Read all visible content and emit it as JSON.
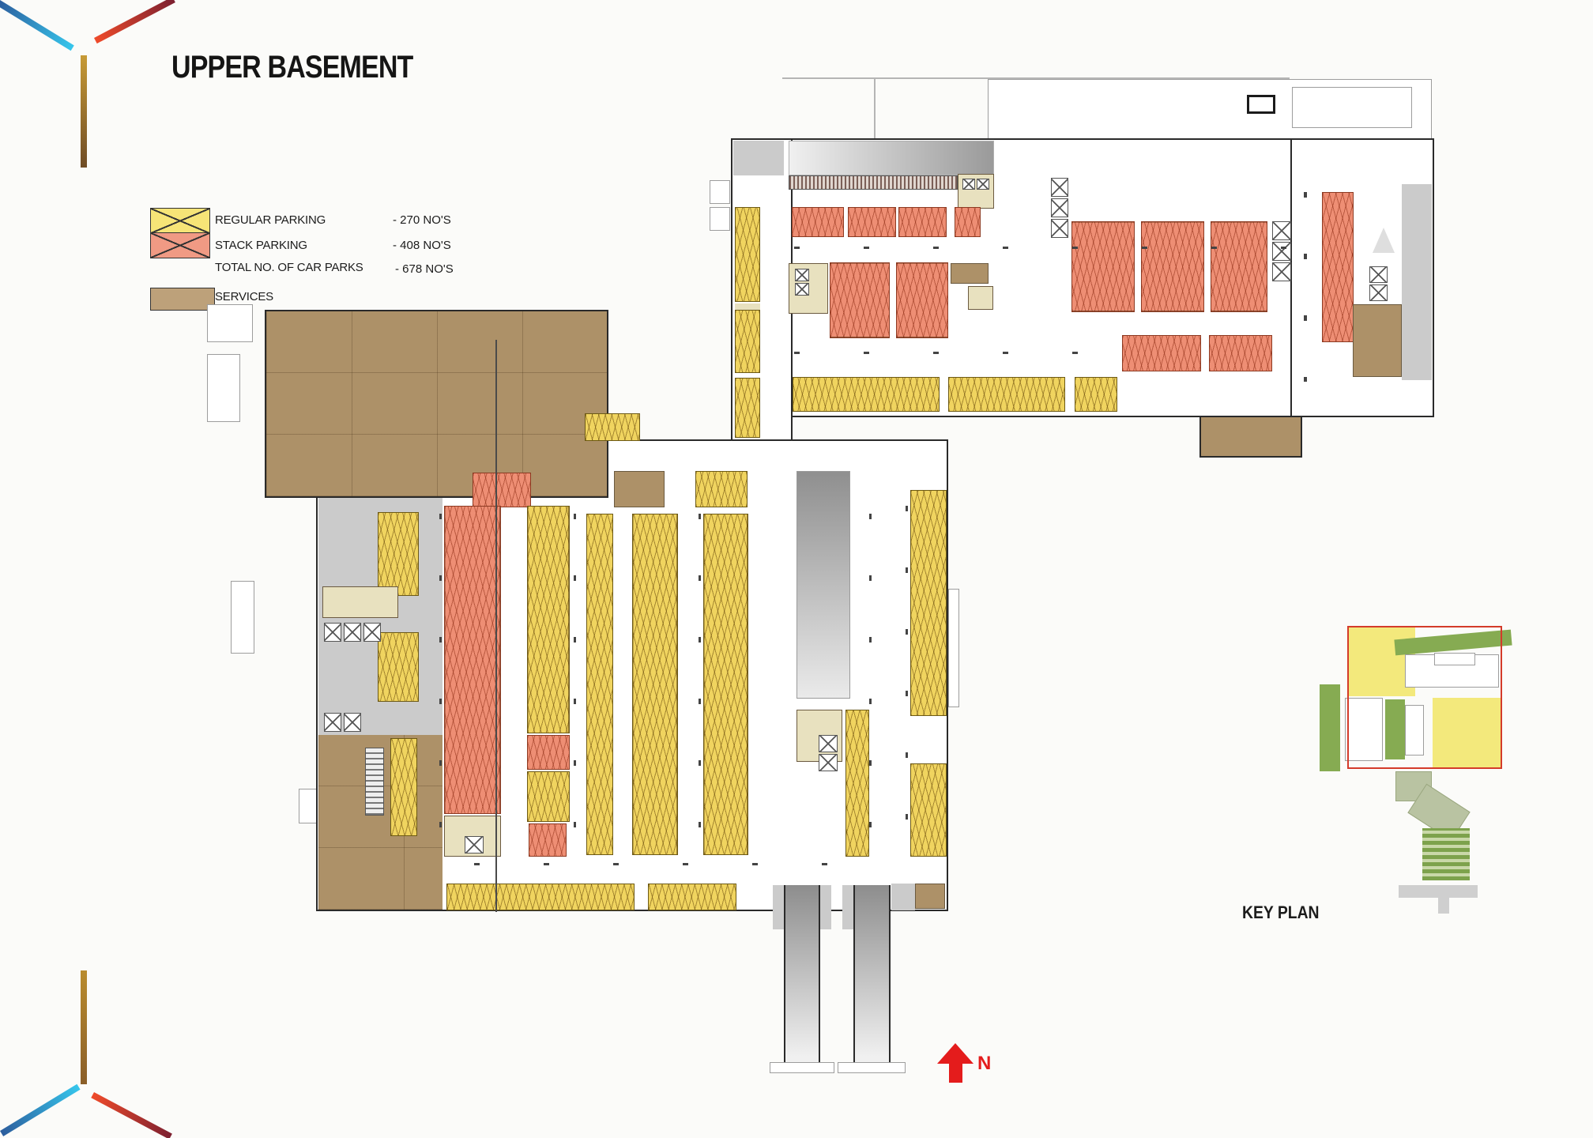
{
  "title": "UPPER BASEMENT",
  "legend": {
    "items": [
      {
        "label": "REGULAR PARKING",
        "value": "- 270 NO'S",
        "color": "#f6e477"
      },
      {
        "label": "STACK PARKING",
        "value": "- 408 NO'S",
        "color": "#f09a84"
      },
      {
        "label": "TOTAL NO. OF CAR PARKS",
        "value": "- 678 NO'S",
        "color": ""
      },
      {
        "label": "SERVICES",
        "value": "",
        "color": "#bda17a"
      }
    ]
  },
  "counts": {
    "regular_parking": 270,
    "stack_parking": 408,
    "total_car_parks": 678
  },
  "key_plan": {
    "label": "KEY PLAN"
  },
  "compass": {
    "label": "N"
  },
  "palette": {
    "regular_parking": "#f0d45f",
    "stack_parking": "#ee8e74",
    "services": "#ad9168",
    "drive_aisle": "#cbcbcb",
    "outline": "#2a2a2a",
    "north_arrow": "#e41c1c",
    "key_plan_highlight": "#f3e97c",
    "key_plan_boundary": "#d43b2a"
  }
}
